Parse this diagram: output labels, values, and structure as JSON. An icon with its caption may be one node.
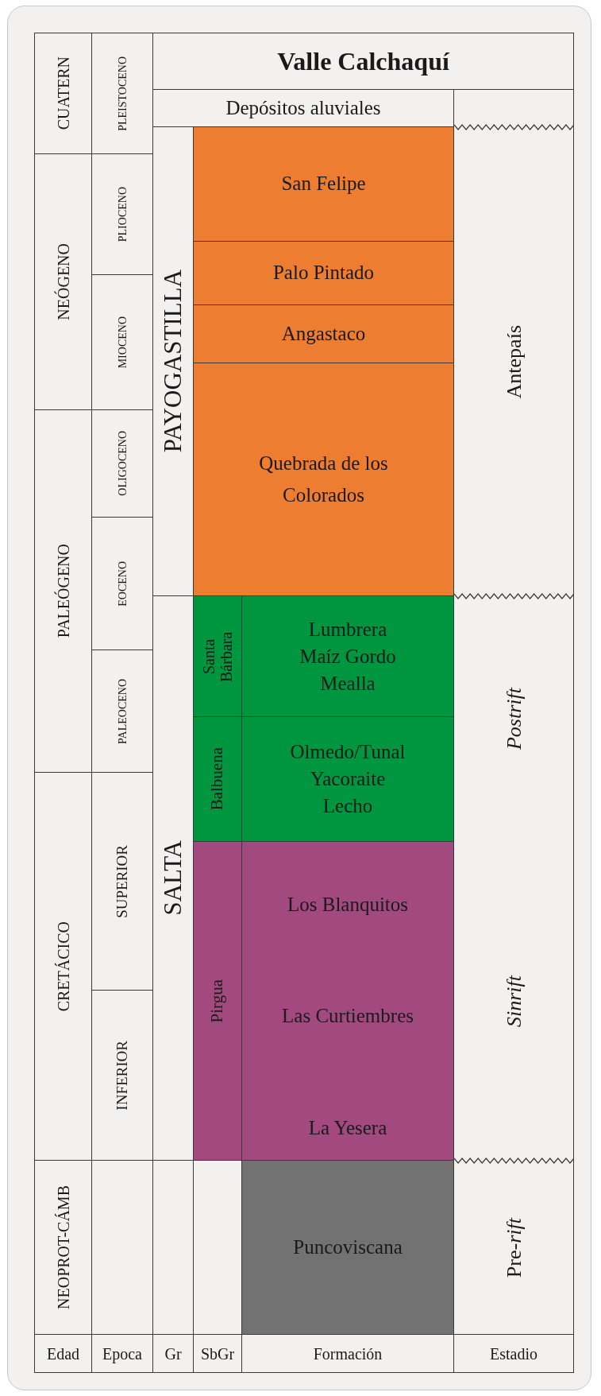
{
  "diagram": {
    "nodes": [
      {
        "text": [
          "Valle Calchaquí"
        ]
      },
      {
        "text": [
          "Depósitos aluviales"
        ]
      },
      {
        "text": [
          "CUATERN"
        ]
      },
      {
        "text": [
          "NEÓGENO"
        ]
      },
      {
        "text": [
          "PALEÓGENO"
        ]
      },
      {
        "text": [
          "CRETÁCICO"
        ]
      },
      {
        "text": [
          "NEOPROT-CÁMB"
        ]
      },
      {
        "text": [
          "PLEISTOCENO"
        ]
      },
      {
        "text": [
          "PLIOCENO"
        ]
      },
      {
        "text": [
          "MIOCENO"
        ]
      },
      {
        "text": [
          "OLIGOCENO"
        ]
      },
      {
        "text": [
          "EOCENO"
        ]
      },
      {
        "text": [
          "PALEOCENO"
        ]
      },
      {
        "text": [
          "SUPERIOR"
        ]
      },
      {
        "text": [
          "INFERIOR"
        ]
      },
      {
        "text": [
          "PAYOGASTILLA"
        ]
      },
      {
        "text": [
          "SALTA"
        ]
      },
      {
        "text": [
          "Santa Bárbara"
        ]
      },
      {
        "text": [
          "Balbuena"
        ]
      },
      {
        "text": [
          "Pirgua"
        ]
      },
      {
        "text": [
          "San Felipe"
        ]
      },
      {
        "text": [
          "Palo Pintado"
        ]
      },
      {
        "text": [
          "Angastaco"
        ]
      },
      {
        "text": [
          "Quebrada de los Colorados"
        ]
      },
      {
        "text": [
          "Lumbrera",
          "Maíz Gordo",
          "Mealla"
        ]
      },
      {
        "text": [
          "Olmedo/Tunal",
          "Yacoraite",
          "Lecho"
        ]
      },
      {
        "text": [
          "Los Blanquitos",
          "Las Curtiembres",
          "La Yesera"
        ]
      },
      {
        "text": [
          "Puncoviscana"
        ]
      },
      {
        "text": [],
        "shape": "box"
      },
      {
        "text": [
          "Antepaís"
        ],
        "in": 28
      },
      {
        "text": [
          "Postrift"
        ],
        "in": 28
      },
      {
        "text": [
          "Sinrift"
        ],
        "in": 28
      },
      {
        "text": [
          "Pre-*rift*"
        ],
        "in": 28
      },
      {
        "text": [
          "Edad"
        ]
      },
      {
        "text": [
          "Epoca"
        ]
      },
      {
        "text": [
          "Gr"
        ]
      },
      {
        "text": [
          "SbGr"
        ]
      },
      {
        "text": [
          "Formación"
        ]
      },
      {
        "text": [
          "Estadio"
        ]
      }
    ]
  }
}
